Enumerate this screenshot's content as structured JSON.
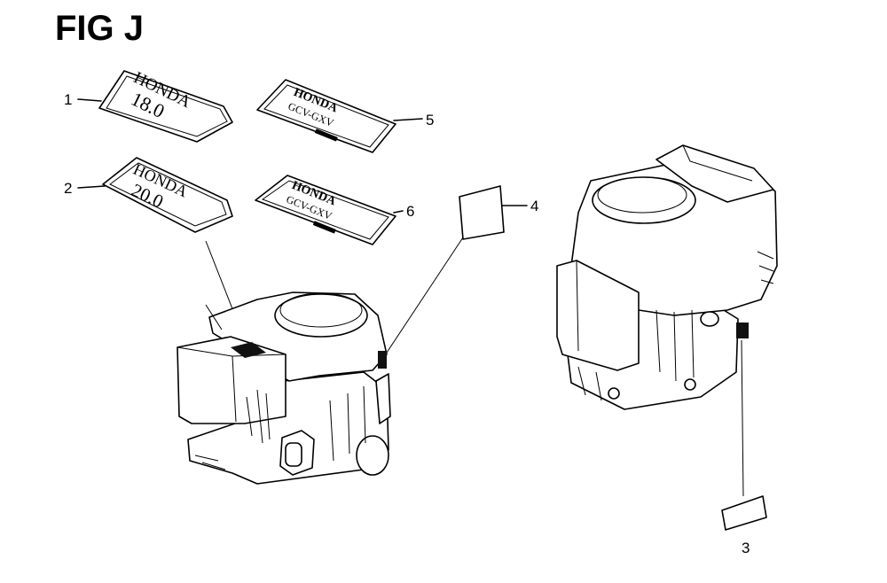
{
  "figure": {
    "title": "FIG J"
  },
  "labels": [
    {
      "callout": "1",
      "line1": "HONDA",
      "line2": "18.0"
    },
    {
      "callout": "2",
      "line1": "HONDA",
      "line2": "20.0"
    },
    {
      "callout": "3"
    },
    {
      "callout": "4"
    },
    {
      "callout": "5",
      "line1": "HONDA",
      "line2": "GCV-GXV"
    },
    {
      "callout": "6",
      "line1": "HONDA",
      "line2": "GCV-GXV"
    }
  ]
}
